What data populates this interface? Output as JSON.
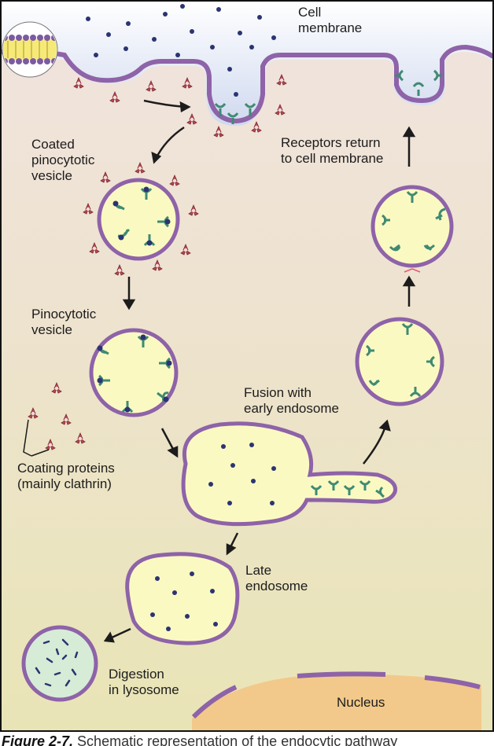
{
  "labels": {
    "cell_membrane": [
      "Cell",
      "membrane"
    ],
    "receptors_return": [
      "Receptors return",
      "to cell membrane"
    ],
    "coated_vesicle": [
      "Coated",
      "pinocytotic",
      "vesicle"
    ],
    "pinocytotic_vesicle": [
      "Pinocytotic",
      "vesicle"
    ],
    "fusion_early_endosome": [
      "Fusion with",
      "early endosome"
    ],
    "coating_proteins": [
      "Coating proteins",
      "(mainly clathrin)"
    ],
    "late_endosome": [
      "Late",
      "endosome"
    ],
    "digestion_lysosome": [
      "Digestion",
      "in lysosome"
    ],
    "nucleus": "Nucleus"
  },
  "caption": {
    "figure_number": "Figure 2-7.",
    "text": "Schematic representation of the endocytic pathway"
  },
  "colors": {
    "membrane": "#8e63a8",
    "vesicle_fill": "#fbf9c2",
    "clathrin": "#b54a52",
    "receptor": "#3f8a72",
    "ligand": "#2b3472",
    "nucleus": "#f2c98a",
    "lysosome_fill": "#d6ecd6"
  }
}
